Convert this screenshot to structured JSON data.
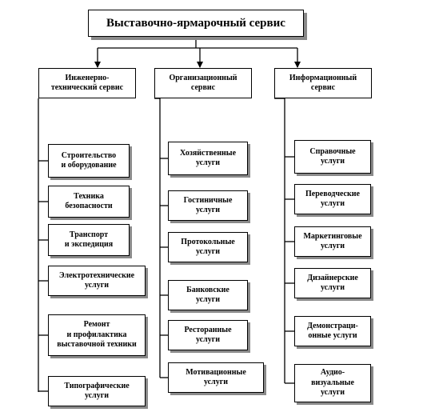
{
  "title": "Выставочно-ярмарочный сервис",
  "columns": [
    {
      "header": "Инженерно-\nтехнический сервис",
      "items": [
        "Строительство\nи оборудование",
        "Техника\nбезопасности",
        "Транспорт\nи экспедиция",
        "Электротехнические\nуслуги",
        "Ремонт\nи профилактика\nвыставочной техники",
        "Типографические\nуслуги"
      ]
    },
    {
      "header": "Организационный\nсервис",
      "items": [
        "Хозяйственные\nуслуги",
        "Гостиничные\nуслуги",
        "Протокольные\nуслуги",
        "Банковские\nуслуги",
        "Ресторанные\nуслуги",
        "Мотивационные\nуслуги"
      ]
    },
    {
      "header": "Информационный\nсервис",
      "items": [
        "Справочные\nуслуги",
        "Переводческие\nуслуги",
        "Маркетинговые\nуслуги",
        "Дизайнерские\nуслуги",
        "Демонстраци-\nонные услуги",
        "Аудио-\nвизуальные\nуслуги"
      ]
    }
  ]
}
